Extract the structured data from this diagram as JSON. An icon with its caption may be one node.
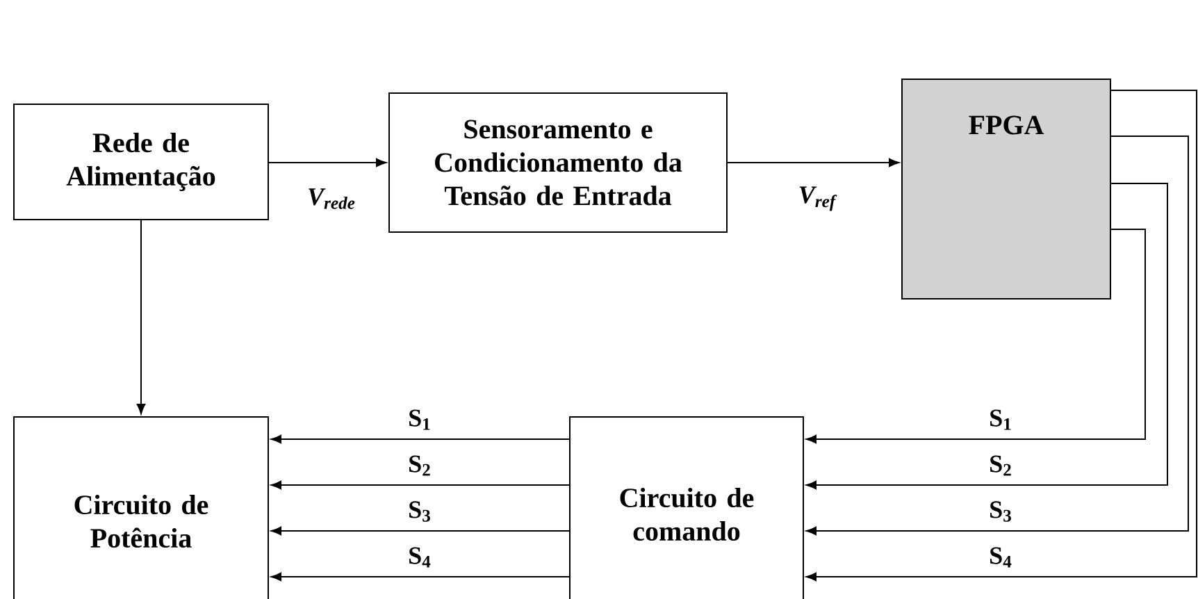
{
  "diagram": {
    "nodes": [
      {
        "text": [
          "Rede de Alimentação"
        ]
      },
      {
        "text": [
          "Sensoramento e Condicionamento da Tensão de Entrada"
        ]
      },
      {
        "text": [
          "FPGA"
        ]
      },
      {
        "text": [
          "Circuito de Potência"
        ]
      },
      {
        "text": [
          "Circuito de comando"
        ]
      }
    ],
    "edges": [
      {
        "from": 0,
        "to": 1,
        "arrow": "to",
        "label": "V$_{rede}$"
      },
      {
        "from": 1,
        "to": 2,
        "arrow": "to",
        "label": "V$_{ref}$"
      },
      {
        "from": 0,
        "to": 3,
        "arrow": "to"
      },
      {
        "from": 2,
        "to": 4,
        "arrow": "to",
        "label": "S$_{1}$"
      },
      {
        "from": 2,
        "to": 4,
        "arrow": "to",
        "label": "S$_{2}$"
      },
      {
        "from": 2,
        "to": 4,
        "arrow": "to",
        "label": "S$_{3}$"
      },
      {
        "from": 2,
        "to": 4,
        "arrow": "to",
        "label": "S$_{4}$"
      },
      {
        "from": 4,
        "to": 3,
        "arrow": "to",
        "label": "S$_{1}$"
      },
      {
        "from": 4,
        "to": 3,
        "arrow": "to",
        "label": "S$_{2}$"
      },
      {
        "from": 4,
        "to": 3,
        "arrow": "to",
        "label": "S$_{3}$"
      },
      {
        "from": 4,
        "to": 3,
        "arrow": "to",
        "label": "S$_{4}$"
      }
    ]
  }
}
